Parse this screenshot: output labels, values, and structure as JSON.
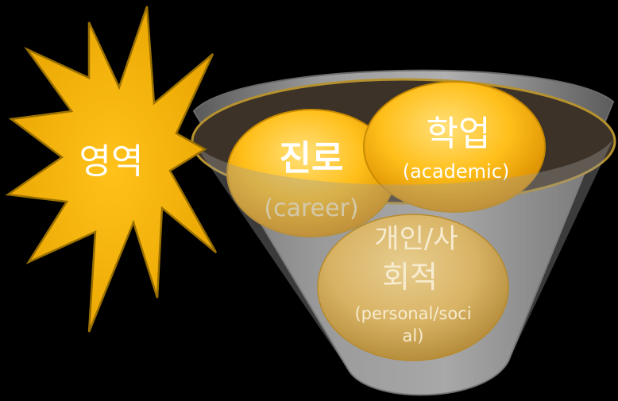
{
  "starburst": {
    "label": "영역",
    "fill": "#f2b70a",
    "stroke": "#8a6400"
  },
  "funnel": {
    "fill": "#8b8b8b",
    "rim_fill": "#3a3128",
    "rim_stroke": "#a98a2c"
  },
  "circles": {
    "academic": {
      "title": "학업",
      "subtitle": "(academic)"
    },
    "career": {
      "title": "진로",
      "subtitle": "(career)"
    },
    "personal_social": {
      "title_line1": "개인/사",
      "title_line2": "회적",
      "subtitle_line1": "(personal/soci",
      "subtitle_line2": "al)"
    },
    "gold_light": "#ffd24a",
    "gold_dark": "#e09a00"
  }
}
